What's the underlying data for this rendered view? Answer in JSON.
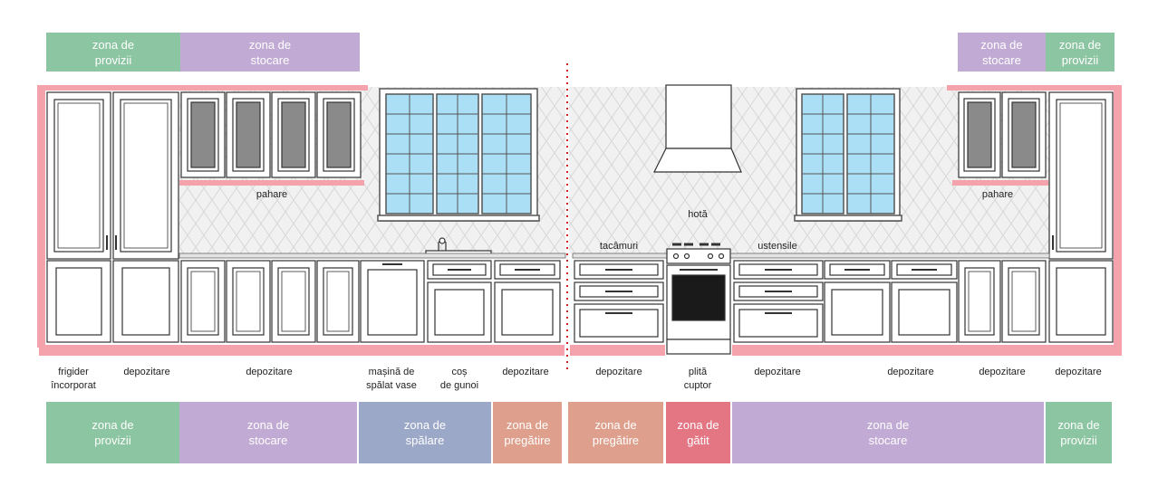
{
  "colors": {
    "provizii": "#8cc5a2",
    "stocare": "#c1aad3",
    "spalare": "#9ca8c8",
    "pregatire": "#dea08d",
    "gatit": "#e47582",
    "wall_pink": "#f4a3ad",
    "window_glass": "#aadff6",
    "divider": "#cc2222"
  },
  "top_zones": [
    {
      "id": "provizii-left",
      "text": "zona de\nprovizii",
      "color": "provizii"
    },
    {
      "id": "stocare-left",
      "text": "zona de\nstocare",
      "color": "stocare"
    },
    {
      "id": "stocare-right",
      "text": "zona de\nstocare",
      "color": "stocare"
    },
    {
      "id": "provizii-right",
      "text": "zona de\nprovizii",
      "color": "provizii"
    }
  ],
  "bottom_zones": [
    {
      "id": "provizii",
      "text": "zona de\nprovizii",
      "color": "provizii"
    },
    {
      "id": "stocare",
      "text": "zona de\nstocare",
      "color": "stocare"
    },
    {
      "id": "spalare",
      "text": "zona de\nspălare",
      "color": "spalare"
    },
    {
      "id": "pregatire",
      "text": "zona de\npregătire",
      "color": "pregatire"
    },
    {
      "id": "pregatire-2",
      "text": "zona de\npregătire",
      "color": "pregatire"
    },
    {
      "id": "gatit",
      "text": "zona de\ngătit",
      "color": "gatit"
    },
    {
      "id": "stocare-2",
      "text": "zona de\nstocare",
      "color": "stocare"
    },
    {
      "id": "provizii-2",
      "text": "zona de\nprovizii",
      "color": "provizii"
    }
  ],
  "appliance_labels": [
    {
      "id": "frigider",
      "text": "frigider\nîncorporat"
    },
    {
      "id": "depozitare-1",
      "text": "depozitare"
    },
    {
      "id": "depozitare-2",
      "text": "depozitare"
    },
    {
      "id": "masina",
      "text": "mașină de\nspălat vase"
    },
    {
      "id": "cos",
      "text": "coș\nde gunoi"
    },
    {
      "id": "depozitare-3",
      "text": "depozitare"
    },
    {
      "id": "depozitare-4",
      "text": "depozitare"
    },
    {
      "id": "plita",
      "text": "plită\ncuptor"
    },
    {
      "id": "depozitare-5",
      "text": "depozitare"
    },
    {
      "id": "depozitare-6",
      "text": "depozitare"
    },
    {
      "id": "depozitare-7",
      "text": "depozitare"
    },
    {
      "id": "depozitare-8",
      "text": "depozitare"
    }
  ],
  "scene_labels": [
    {
      "id": "pahare-left",
      "text": "pahare"
    },
    {
      "id": "pahare-right",
      "text": "pahare"
    },
    {
      "id": "hota",
      "text": "hotă"
    },
    {
      "id": "tacamuri",
      "text": "tacâmuri"
    },
    {
      "id": "ustensile",
      "text": "ustensile"
    }
  ]
}
